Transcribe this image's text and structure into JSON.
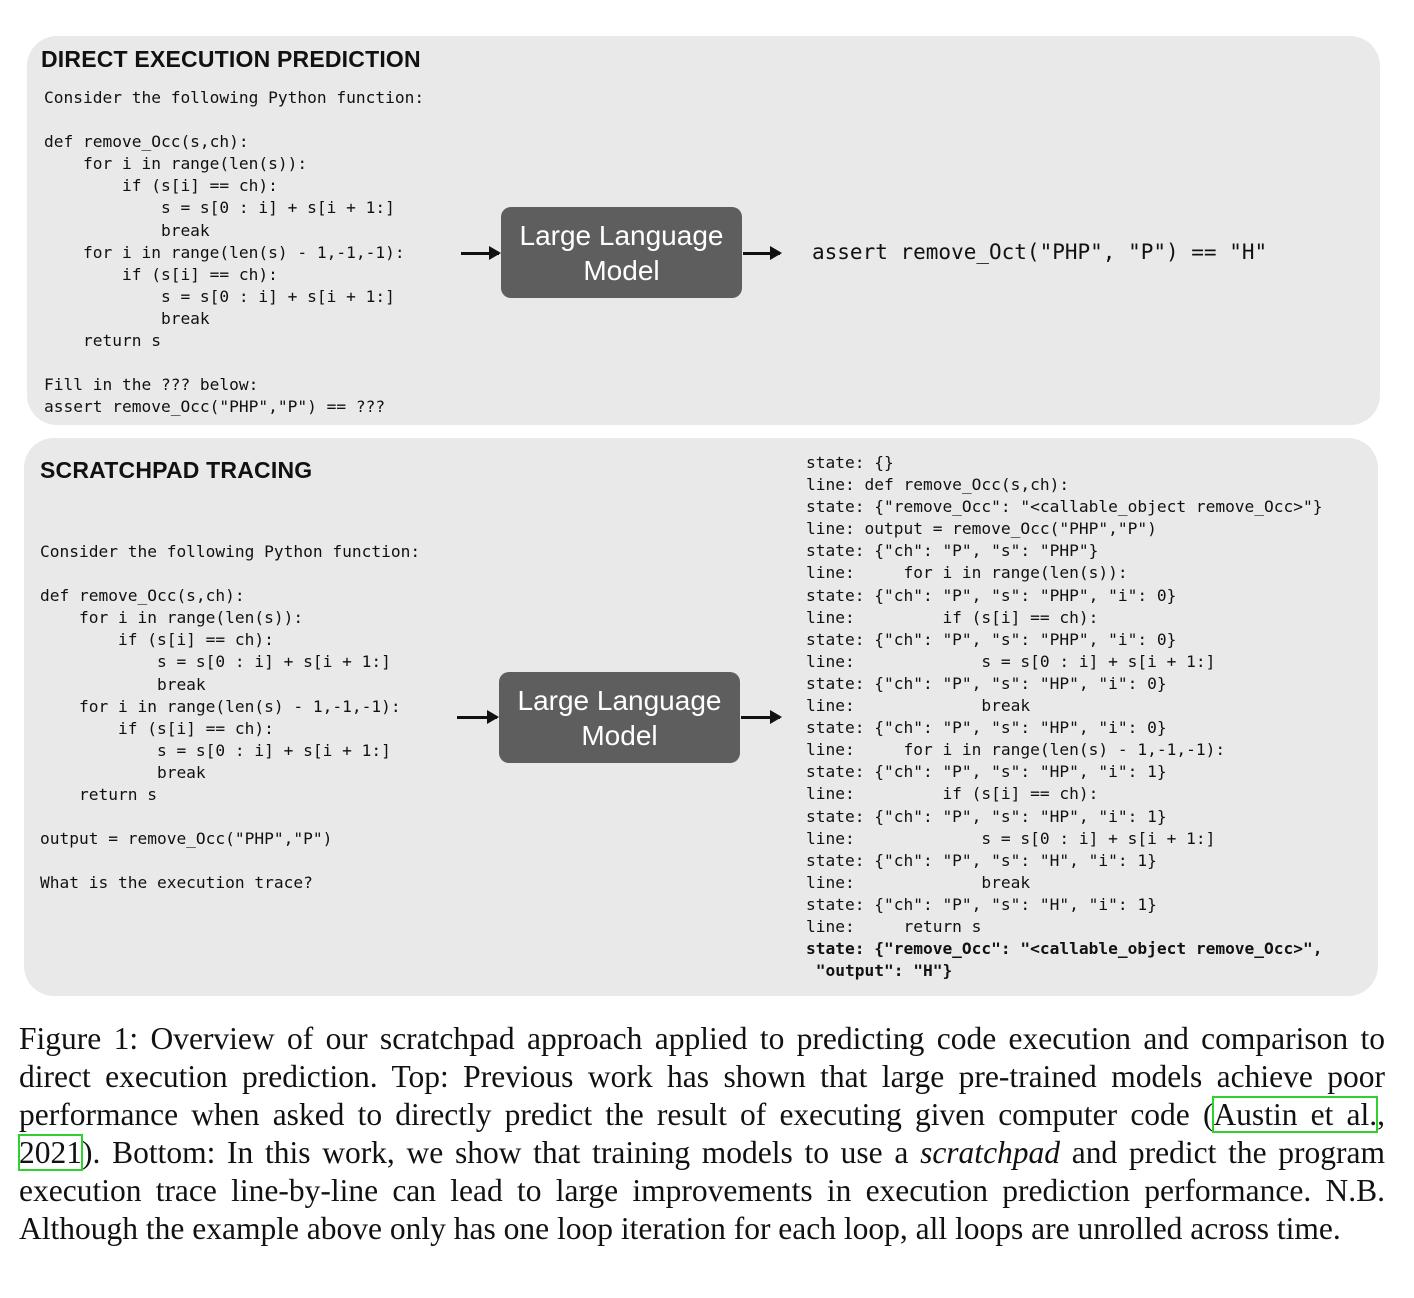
{
  "top": {
    "title": "DIRECT EXECUTION PREDICTION",
    "code": [
      "Consider the following Python function:",
      "",
      "def remove_Occ(s,ch):",
      "    for i in range(len(s)):",
      "        if (s[i] == ch):",
      "            s = s[0 : i] + s[i + 1:]",
      "            break",
      "    for i in range(len(s) - 1,-1,-1):",
      "        if (s[i] == ch):",
      "            s = s[0 : i] + s[i + 1:]",
      "            break",
      "    return s",
      "",
      "Fill in the ??? below:",
      "assert remove_Occ(\"PHP\",\"P\") == ???"
    ],
    "model_line1": "Large Language",
    "model_line2": "Model",
    "output": "assert remove_Oct(\"PHP\", \"P\") == \"H\""
  },
  "bottom": {
    "title": "SCRATCHPAD TRACING",
    "code": [
      "Consider the following Python function:",
      "",
      "def remove_Occ(s,ch):",
      "    for i in range(len(s)):",
      "        if (s[i] == ch):",
      "            s = s[0 : i] + s[i + 1:]",
      "            break",
      "    for i in range(len(s) - 1,-1,-1):",
      "        if (s[i] == ch):",
      "            s = s[0 : i] + s[i + 1:]",
      "            break",
      "    return s",
      "",
      "output = remove_Occ(\"PHP\",\"P\")",
      "",
      "What is the execution trace?"
    ],
    "model_line1": "Large Language",
    "model_line2": "Model",
    "trace": [
      "state: {}",
      "line: def remove_Occ(s,ch):",
      "state: {\"remove_Occ\": \"<callable_object remove_Occ>\"}",
      "line: output = remove_Occ(\"PHP\",\"P\")",
      "state: {\"ch\": \"P\", \"s\": \"PHP\"}",
      "line:     for i in range(len(s)):",
      "state: {\"ch\": \"P\", \"s\": \"PHP\", \"i\": 0}",
      "line:         if (s[i] == ch):",
      "state: {\"ch\": \"P\", \"s\": \"PHP\", \"i\": 0}",
      "line:             s = s[0 : i] + s[i + 1:]",
      "state: {\"ch\": \"P\", \"s\": \"HP\", \"i\": 0}",
      "line:             break",
      "state: {\"ch\": \"P\", \"s\": \"HP\", \"i\": 0}",
      "line:     for i in range(len(s) - 1,-1,-1):",
      "state: {\"ch\": \"P\", \"s\": \"HP\", \"i\": 1}",
      "line:         if (s[i] == ch):",
      "state: {\"ch\": \"P\", \"s\": \"HP\", \"i\": 1}",
      "line:             s = s[0 : i] + s[i + 1:]",
      "state: {\"ch\": \"P\", \"s\": \"H\", \"i\": 1}",
      "line:             break",
      "state: {\"ch\": \"P\", \"s\": \"H\", \"i\": 1}",
      "line:     return s",
      "state: {\"remove_Occ\": \"<callable_object remove_Occ>\",",
      " \"output\": \"H\"}"
    ]
  },
  "caption": {
    "part1": "Figure 1: Overview of our scratchpad approach applied to predicting code execution and comparison to direct execution prediction. Top: Previous work has shown that large pre-trained models achieve poor performance when asked to directly predict the result of executing given computer code (",
    "link_author": "Austin et al.",
    "sep": ", ",
    "link_year": "2021",
    "part2": "). Bottom: In this work, we show that training models to use a ",
    "emph": "scratchpad",
    "part3": " and predict the program execution trace line-by-line can lead to large improvements in execution prediction performance. N.B. Although the example above only has one loop iteration for each loop, all loops are unrolled across time."
  }
}
